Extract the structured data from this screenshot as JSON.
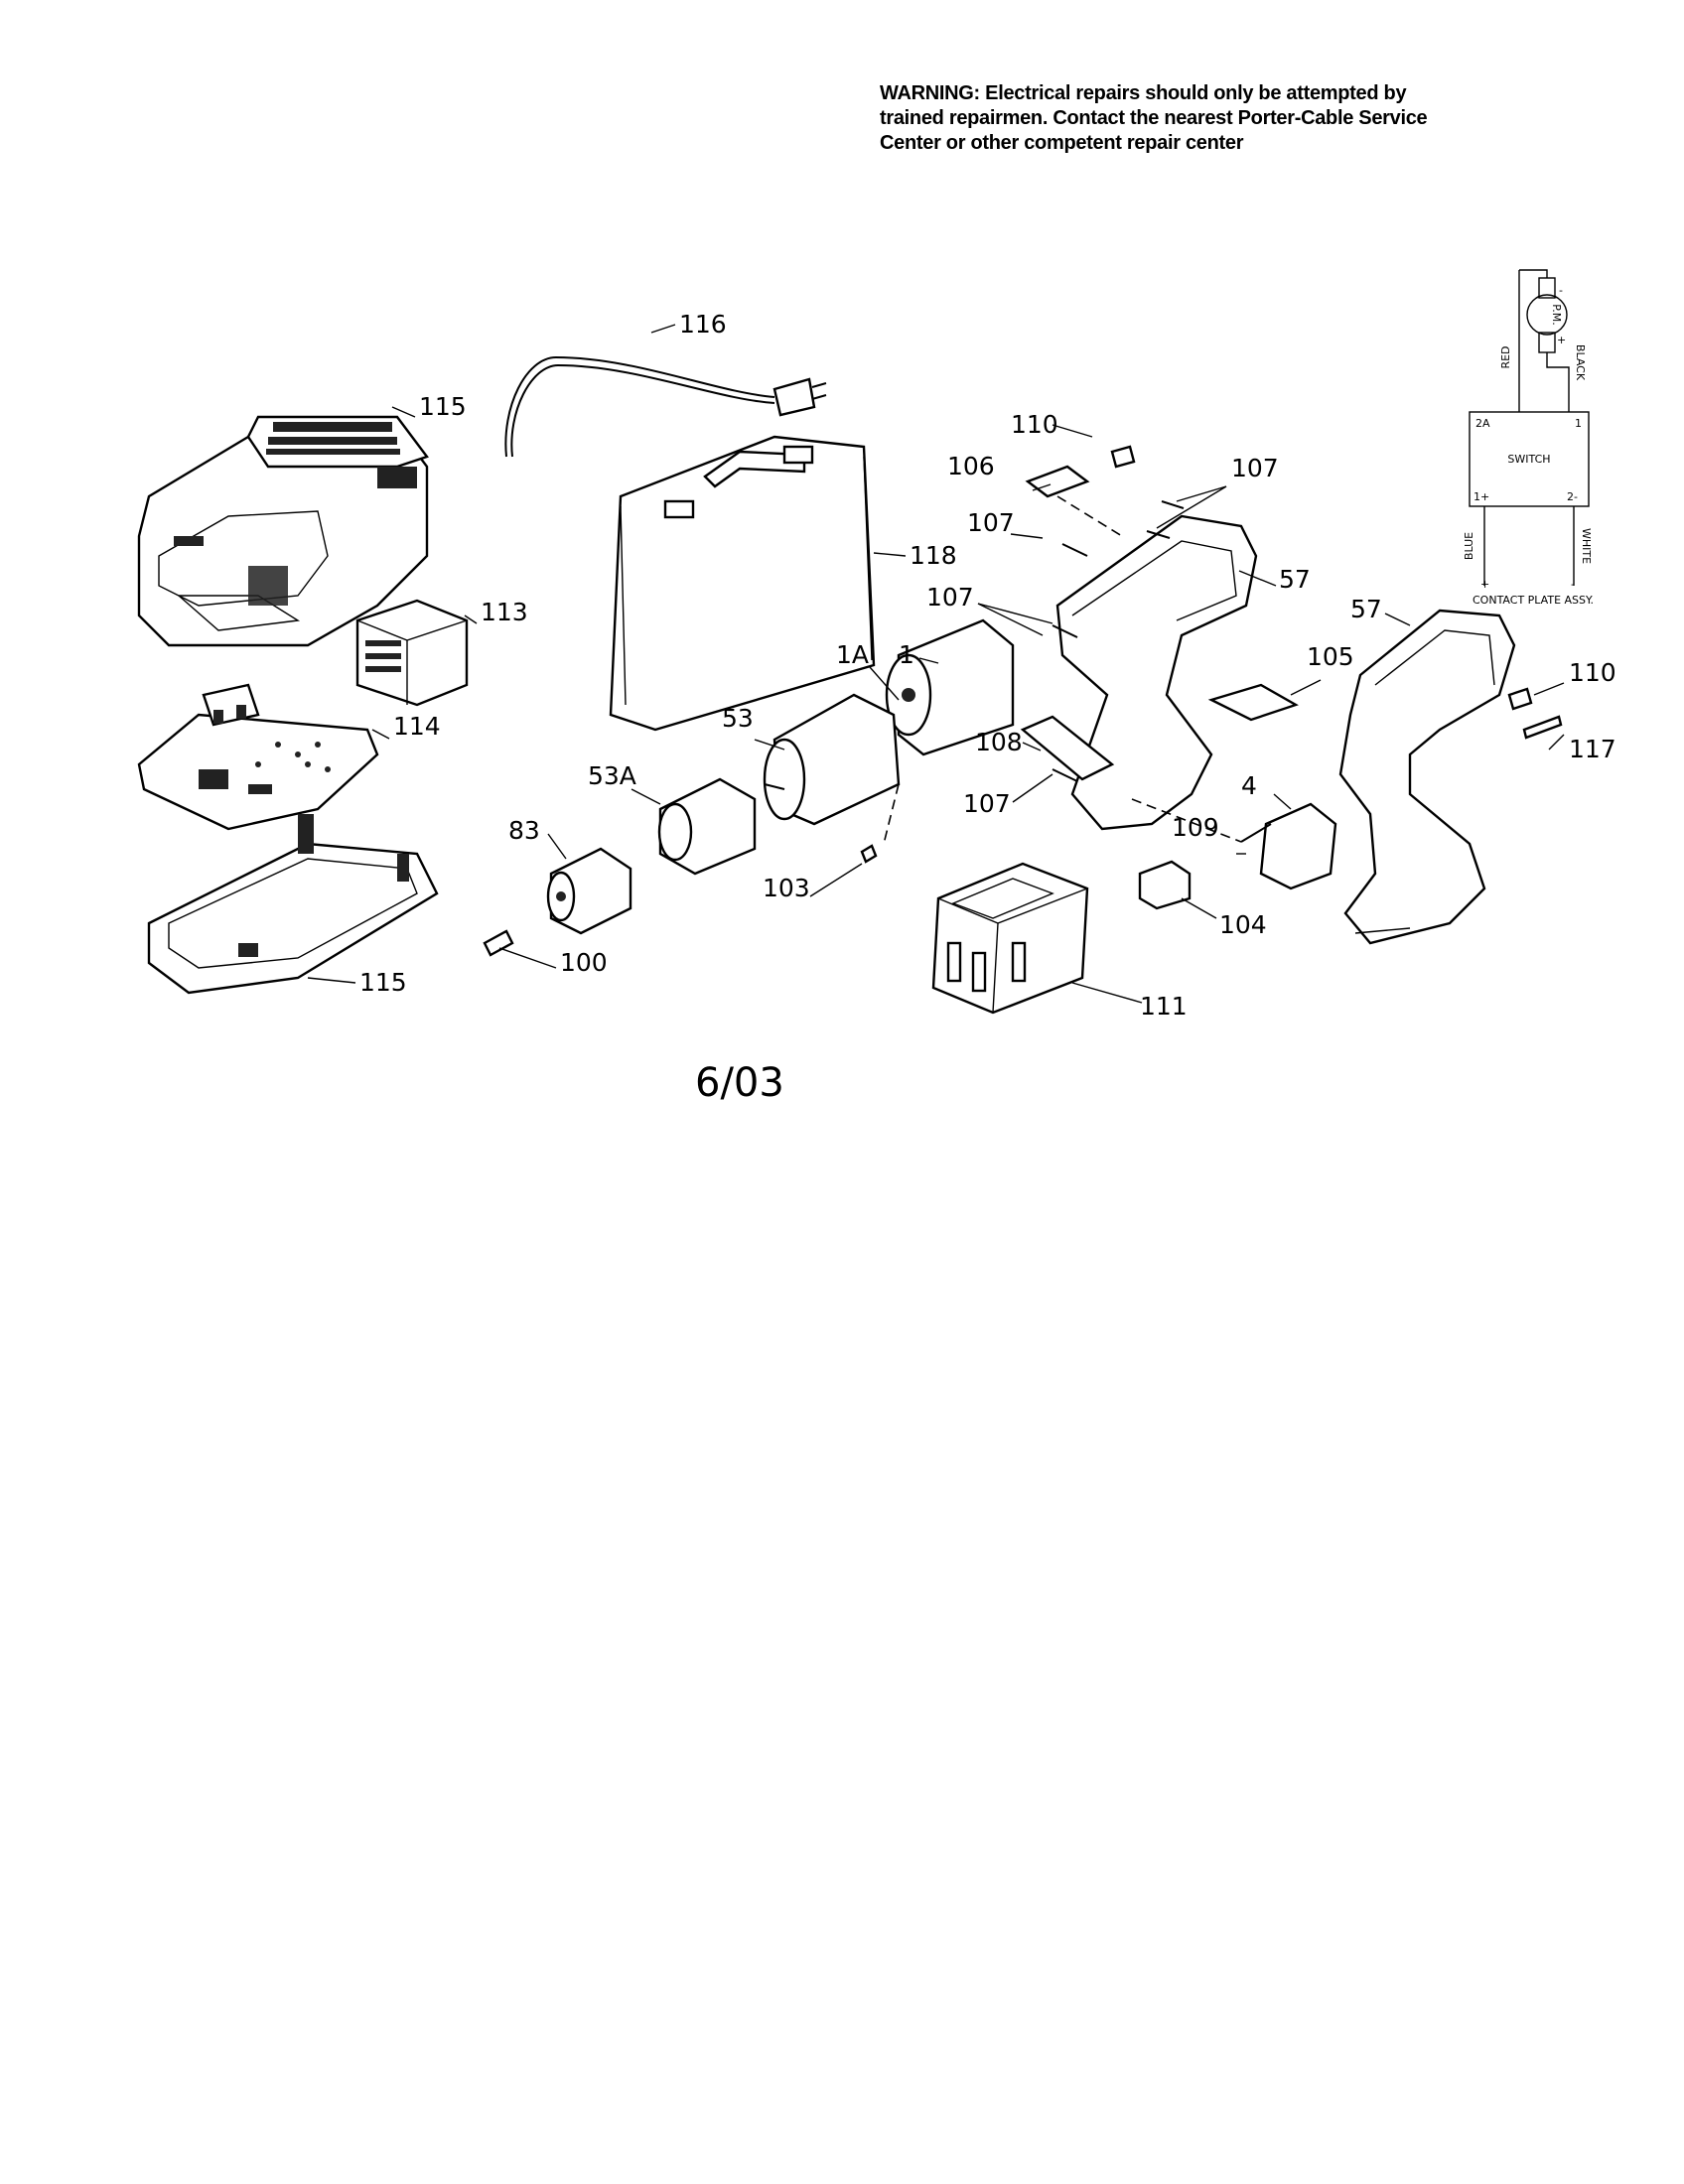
{
  "warning": "WARNING: Electrical repairs should only be attempted by trained repairmen. Contact the nearest Porter-Cable Service Center or other competent repair center",
  "date_code": "6/03",
  "callouts": {
    "c115a": "115",
    "c116": "116",
    "c118": "118",
    "c113": "113",
    "c114": "114",
    "c115b": "115",
    "c110a": "110",
    "c106": "106",
    "c107a": "107",
    "c107b": "107",
    "c107c": "107",
    "c107d": "107",
    "c57a": "57",
    "c57b": "57",
    "c1": "1",
    "c1A": "1A",
    "c53": "53",
    "c53A": "53A",
    "c83": "83",
    "c100": "100",
    "c103": "103",
    "c108": "108",
    "c105": "105",
    "c4": "4",
    "c109": "109",
    "c104": "104",
    "c111": "111",
    "c110b": "110",
    "c117": "117"
  },
  "schematic": {
    "motor": "P.M.",
    "motor_minus": "-",
    "motor_plus": "+",
    "red": "RED",
    "black": "BLACK",
    "switch": "SWITCH",
    "t2a": "2A",
    "t1": "1",
    "t1p": "1+",
    "t2m": "2-",
    "blue": "BLUE",
    "white": "WHITE",
    "plus": "+",
    "minus": "-",
    "caption": "CONTACT PLATE ASSY."
  },
  "colors": {
    "ink": "#000000",
    "paper": "#ffffff"
  }
}
